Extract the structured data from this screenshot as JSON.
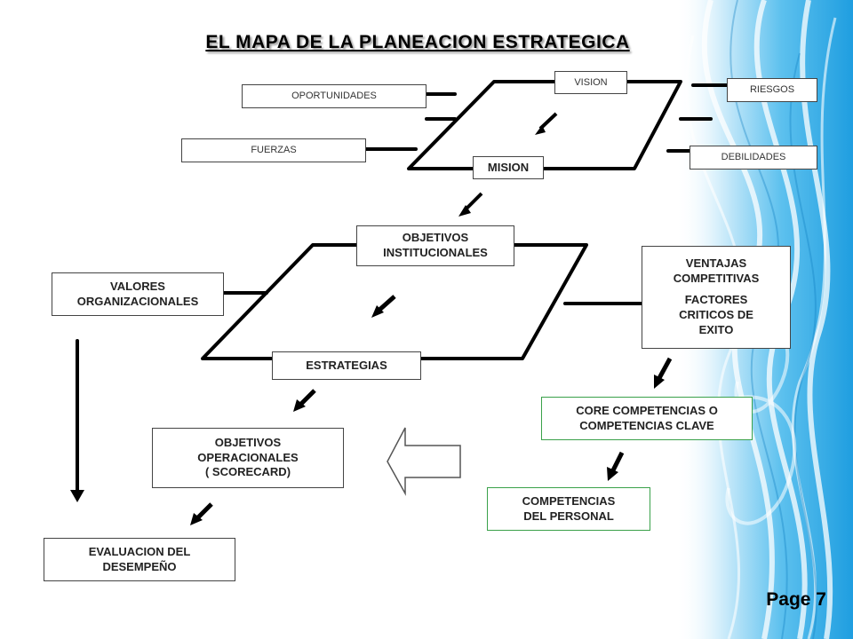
{
  "title": "EL MAPA DE LA PLANEACION ESTRATEGICA",
  "boxes": {
    "vision": "VISION",
    "oportunidades": "OPORTUNIDADES",
    "fuerzas": "FUERZAS",
    "riesgos": "RIESGOS",
    "debilidades": "DEBILIDADES",
    "mision": "MISION",
    "objetivos_institucionales": [
      "OBJETIVOS",
      "INSTITUCIONALES"
    ],
    "valores": [
      "VALORES",
      "ORGANIZACIONALES"
    ],
    "ventajas": [
      "VENTAJAS",
      "COMPETITIVAS"
    ],
    "factores": [
      "FACTORES",
      "CRITICOS DE",
      "EXITO"
    ],
    "estrategias": "ESTRATEGIAS",
    "core": [
      "CORE COMPETENCIAS O",
      "COMPETENCIAS CLAVE"
    ],
    "objetivos_operacionales": [
      "OBJETIVOS",
      "OPERACIONALES",
      "( SCORECARD)"
    ],
    "competencias_personal": [
      "COMPETENCIAS",
      "DEL PERSONAL"
    ],
    "evaluacion": [
      "EVALUACION DEL",
      "DESEMPEÑO"
    ]
  },
  "page_label": "Page 7",
  "colors": {
    "green_border": "#3aa14a",
    "accent_blue": "#2aa6e4"
  }
}
